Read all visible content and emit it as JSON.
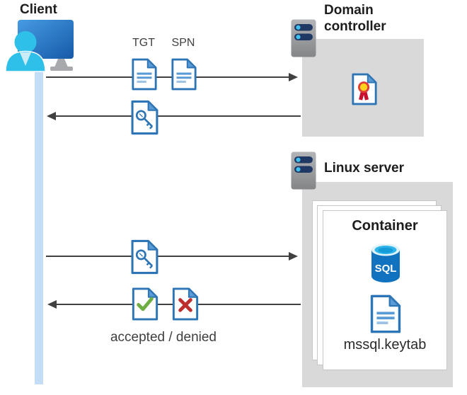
{
  "client": {
    "label": "Client",
    "icon": "user-at-monitor-icon"
  },
  "domain_controller": {
    "name_lines": [
      "Domain",
      "controller"
    ],
    "icon": "server-icon",
    "content_icon": "certificate-document-icon"
  },
  "linux_server": {
    "label": "Linux server",
    "icon": "server-icon"
  },
  "container": {
    "label": "Container",
    "sql_badge": "SQL",
    "keytab_file": "mssql.keytab",
    "icons": [
      "sql-database-icon",
      "document-icon"
    ]
  },
  "flow": {
    "request_labels": {
      "tgt": "TGT",
      "spn": "SPN"
    },
    "response_label": "accepted / denied",
    "arrows": [
      {
        "direction": "right",
        "from": "client",
        "to": "domain-controller",
        "items": [
          "TGT",
          "SPN"
        ]
      },
      {
        "direction": "left",
        "from": "domain-controller",
        "to": "client",
        "items": [
          "key-ticket-document-icon"
        ]
      },
      {
        "direction": "right",
        "from": "client",
        "to": "linux-server",
        "items": [
          "key-ticket-document-icon"
        ]
      },
      {
        "direction": "left",
        "from": "linux-server",
        "to": "client",
        "items": [
          "check-document-icon",
          "x-document-icon"
        ]
      }
    ]
  },
  "colors": {
    "doc_border_blue": "#2E75B6",
    "doc_fold_blue": "#5B9BD5",
    "doc_line_light": "#9DC3E6",
    "monitor_blue_start": "#469BE3",
    "monitor_blue_end": "#175AA8",
    "person_cyan": "#2EC0E8",
    "lifeline_blue": "#C3DDF7",
    "server_gray_start": "#B2B4B7",
    "server_gray_end": "#838587",
    "server_bar_navy": "#1F3864",
    "server_dot_cyan": "#3FC0EE",
    "box_gray": "#D9D9D9",
    "arrow_gray": "#404040",
    "check_green": "#6FAE44",
    "deny_red": "#BE2E2E",
    "cert_red": "#E13C38",
    "cert_ribbon_red": "#C8102E",
    "cert_yellow": "#FFD21E",
    "sql_body_blue": "#1173BF",
    "sql_top_cyan": "#2FB4E9"
  }
}
